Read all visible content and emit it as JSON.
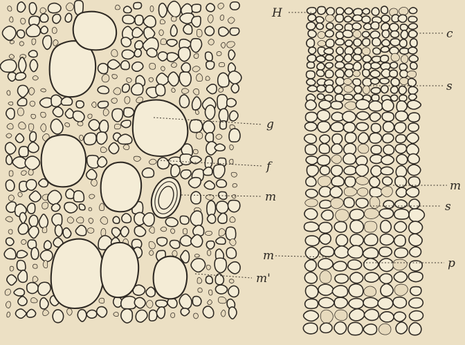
{
  "figure": {
    "background": "#ece0c4",
    "ink": "#2f2a24",
    "panels": [
      "left-cross-section",
      "right-cross-section"
    ]
  },
  "left_panel": {
    "labels": {
      "g": "g",
      "f": "f",
      "m": "m",
      "m_prime": "m'"
    }
  },
  "right_panel": {
    "labels": {
      "H": "H",
      "c": "c",
      "s_upper": "s",
      "m_right": "m",
      "s_lower": "s",
      "m_left": "m",
      "p": "p"
    }
  }
}
